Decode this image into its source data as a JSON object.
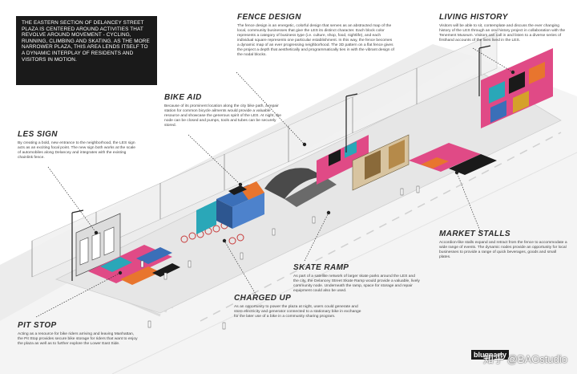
{
  "intro_text": "THE EASTERN SECTION OF DELANCEY STREET PLAZA IS CENTERED AROUND ACTIVITIES THAT REVOLVE AROUND MOVEMENT - CYCLING, RUNNING, CLIMBING AND SKATING. AS THE MORE NARROWER PLAZA, THIS AREA LENDS ITSELF TO A DYNAMIC INTERPLAY OF RESIDENTS AND VISITORS IN MOTION.",
  "labels": {
    "fence_design": {
      "title": "FENCE DESIGN",
      "body": "The fence design is an energetic, colorful design that serves as an abstracted map of the local, community businesses that give the LES its distinct character. Each block color represents a category of business type (i.e. culture, shop, food, nightlife), and each individual square represents one particular establishment. In this way, the fence becomes a dynamic map of an ever progressing neighborhood. The 3D pattern on a flat fence gives the project a depth that aesthetically and programmatically ties in with the vibrant design of the nodal blocks."
    },
    "living_history": {
      "title": "LIVING HISTORY",
      "body": "Visitors will be able to sit, contemplate and discuss the ever changing history of the LES through an oral history project in collaboration with the Tenement Museum. Visitors can call in and listen to a diverse series of firsthand accounts of the lives lived in the LES."
    },
    "bike_aid": {
      "title": "BIKE AID",
      "body": "Because of its prominent location along the city bike path, a repair station for common bicycle ailments would provide a valuable resource and showcase the generous spirit of the LES. At night, the node can be closed and pumps, tools and tubes can be securely stored."
    },
    "les_sign": {
      "title": "LES SIGN",
      "body": "By creating a bold, new entrance to the neighborhood, the LES sign acts as an exciting focal point. The new sign both works at the scale of automobiles along Delancey and integrates with the existing chainlink fence."
    },
    "market_stalls": {
      "title": "MARKET STALLS",
      "body": "Accordion-like stalls expand and retract from the fence to accommodate a wide range of events. The dynamic nodes provide an opportunity for local businesses to provide a range of quick beverages, goods and small plates."
    },
    "skate_ramp": {
      "title": "SKATE RAMP",
      "body": "As part of a satellite network of larger skate parks around the LES and the city, the Delancey Street Skate Ramp would provide a valuable, lively community node. Underneath the ramp, space for storage and repair equipment could also be used."
    },
    "charged_up": {
      "title": "CHARGED UP",
      "body": "As an opportunity to power the plaza at night, users could generate and store electricity and generator connected to a stationary bike in exchange for the later use of a bike in a community sharing program."
    },
    "pit_stop": {
      "title": "PIT STOP",
      "body": "Acting as a resource for bike riders arriving and leaving Manhattan, the Pit Stop provides secure bike storage for riders that want to enjoy the plaza as well as to further explore the Lower East Side."
    }
  },
  "watermark": "知乎 @BAGstudio",
  "brand": "bluqparty",
  "colors": {
    "pink": "#e04a86",
    "teal": "#2aa7b8",
    "orange": "#e8752e",
    "dark": "#1a1a1a",
    "blue": "#3b6fb8",
    "mustard": "#d5a12a"
  }
}
